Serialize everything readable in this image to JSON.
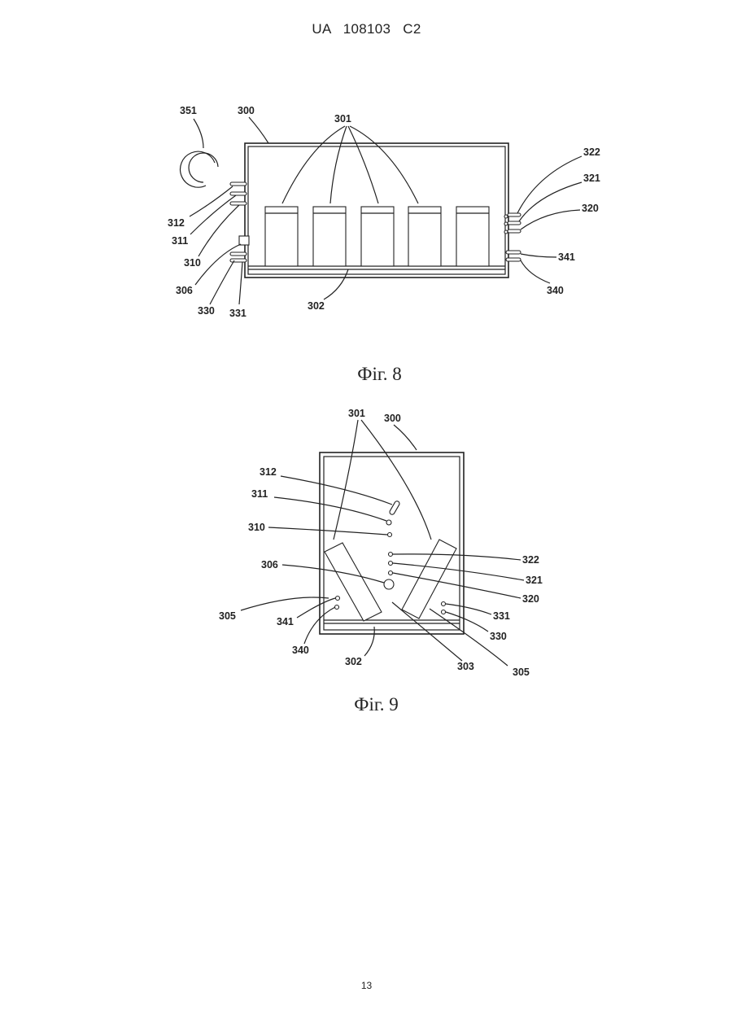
{
  "header": "UA   108103   C2",
  "page_number": "13",
  "figures": [
    {
      "caption": "Фіг. 8",
      "labels": [
        "351",
        "300",
        "301",
        "322",
        "321",
        "320",
        "341",
        "340",
        "312",
        "311",
        "310",
        "306",
        "330",
        "331",
        "302"
      ]
    },
    {
      "caption": "Фіг. 9",
      "labels": [
        "301",
        "300",
        "312",
        "311",
        "310",
        "306",
        "305",
        "341",
        "340",
        "302",
        "322",
        "321",
        "320",
        "331",
        "330",
        "303",
        "305"
      ]
    }
  ]
}
